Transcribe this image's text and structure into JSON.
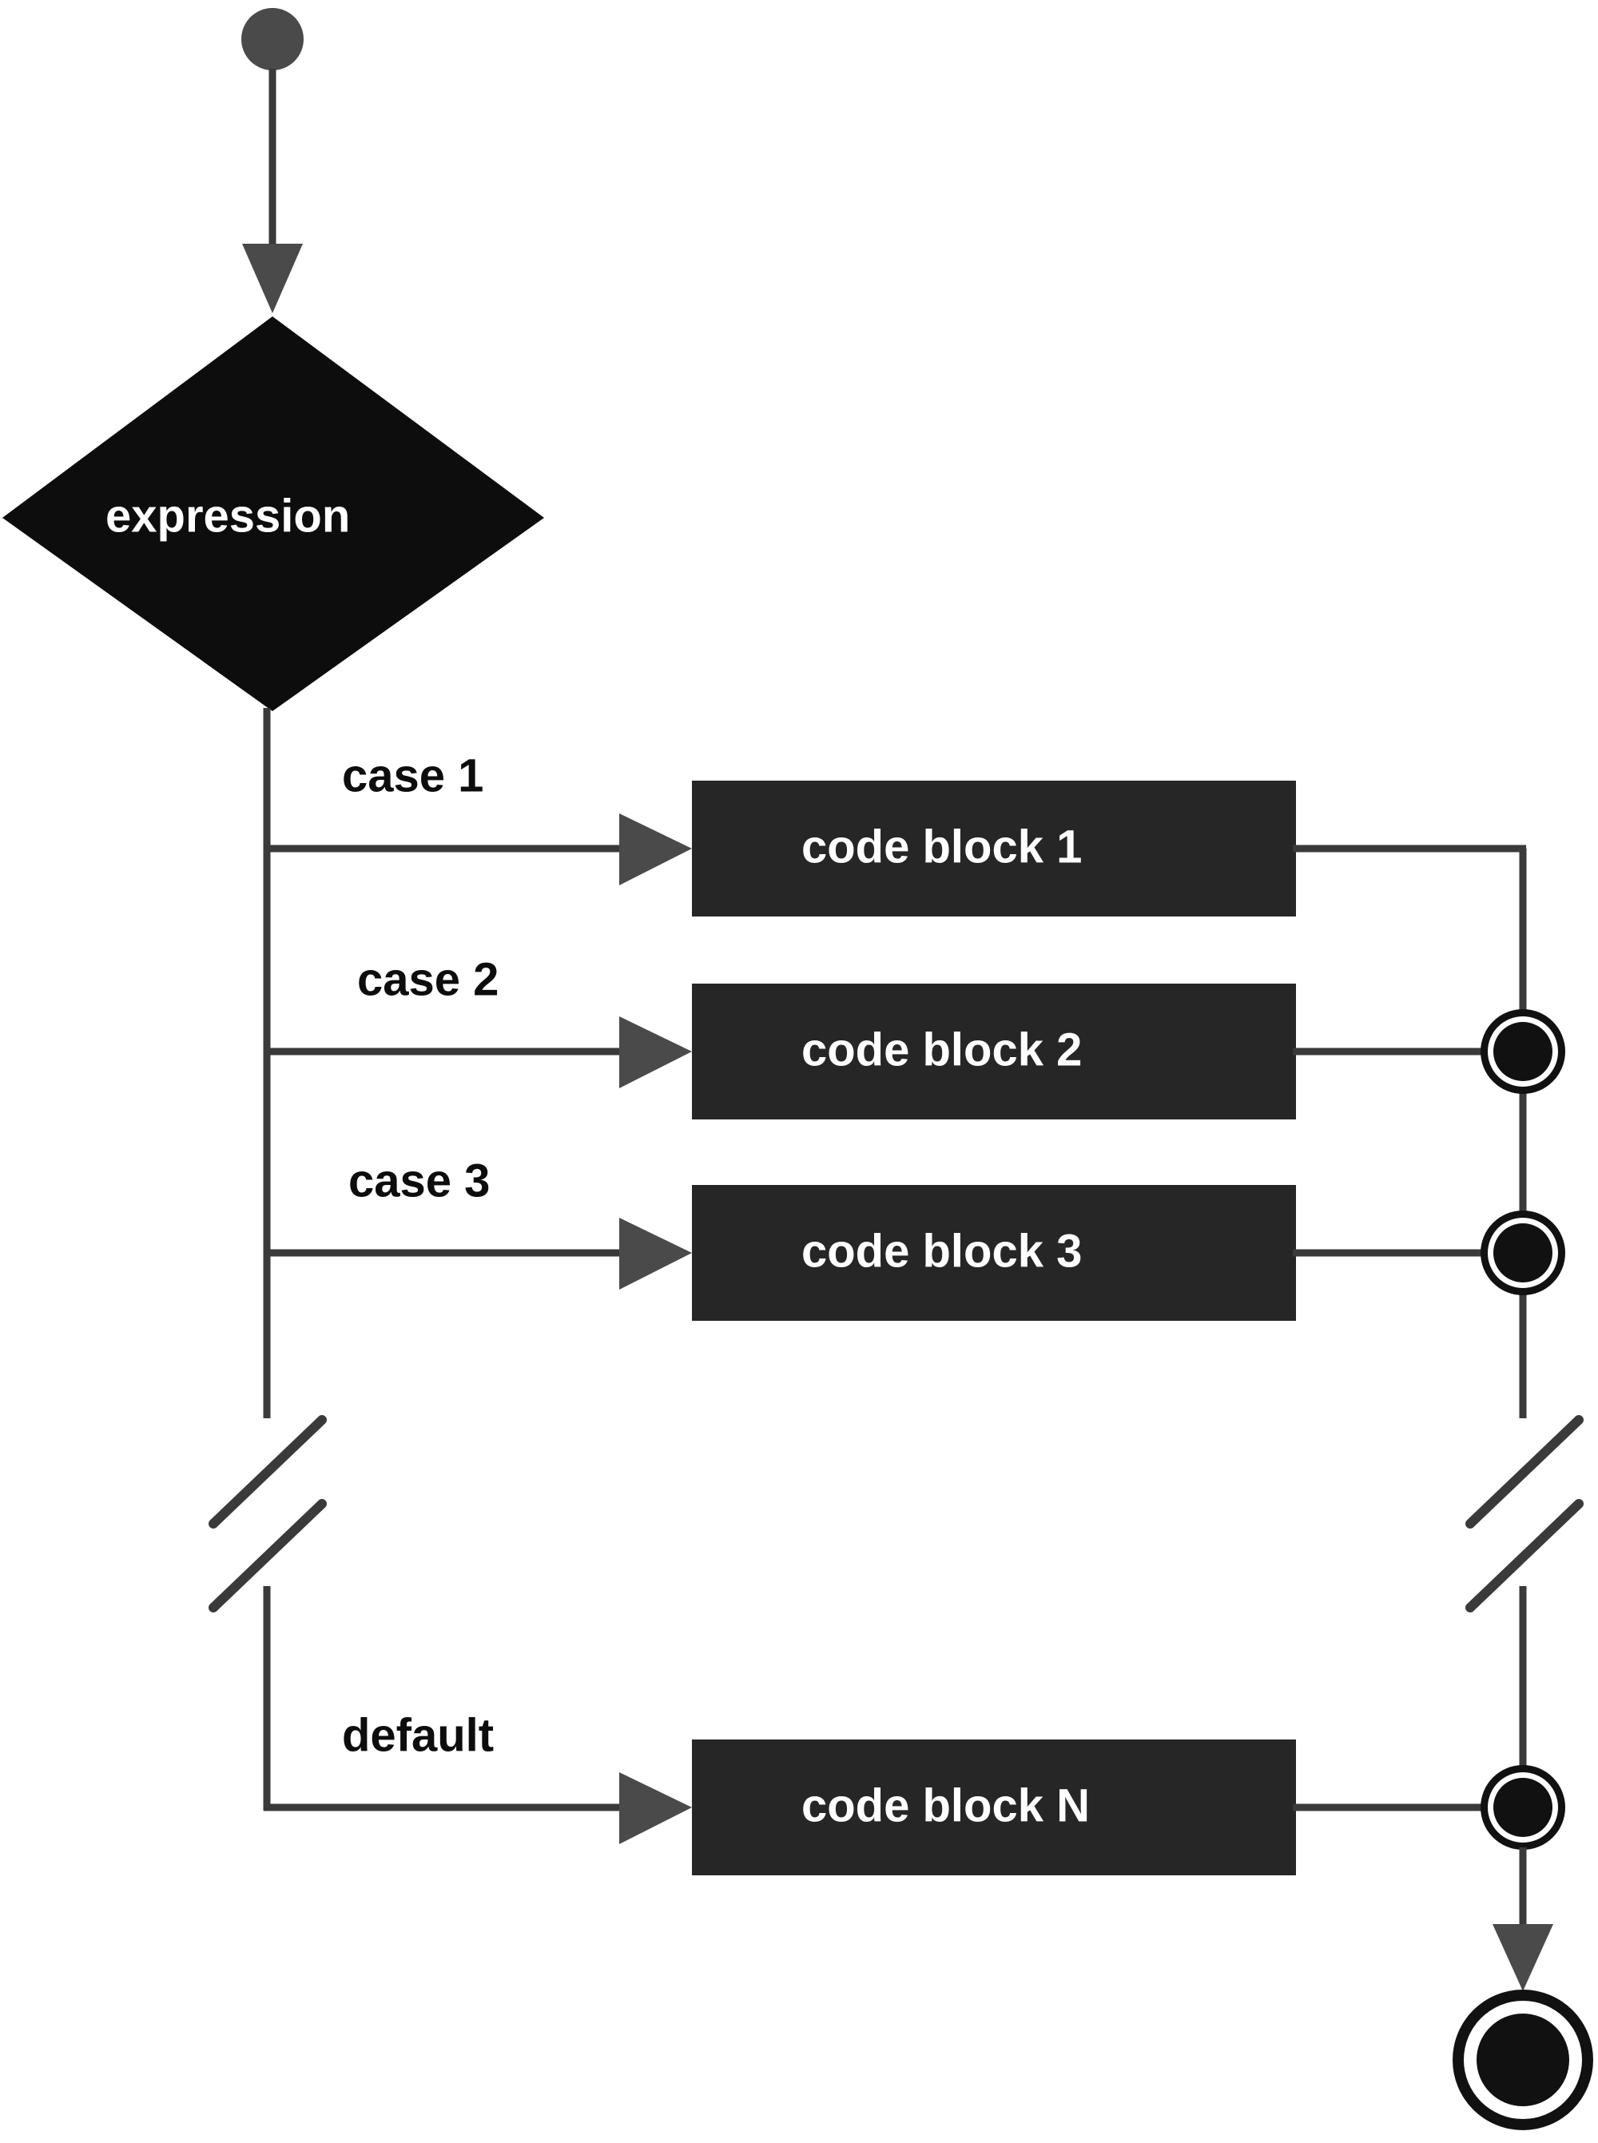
{
  "diagram": {
    "title": "switch statement activity diagram",
    "type": "uml-activity-diagram",
    "background_color": "#ffffff",
    "colors": {
      "decision_fill": "#0d0d0d",
      "action_fill": "#262626",
      "line_stroke": "#3a3a3a",
      "initial_node_fill": "#4a4a4a",
      "node_text": "#ffffff",
      "guard_text": "#0d0d0d"
    }
  },
  "nodes": {
    "initial": {
      "name": "initial-node",
      "shape": "filled-circle"
    },
    "decision": {
      "label": "expression",
      "shape": "diamond"
    },
    "final": {
      "name": "final-node",
      "shape": "double-circle"
    }
  },
  "branches": [
    {
      "guard": "case 1",
      "action": "code block 1"
    },
    {
      "guard": "case 2",
      "action": "code block 2"
    },
    {
      "guard": "case 3",
      "action": "code block 3"
    },
    {
      "guard": "default",
      "action": "code block N"
    }
  ],
  "merge_points": [
    {
      "name": "merge-node-1"
    },
    {
      "name": "merge-node-2"
    },
    {
      "name": "merge-node-3"
    }
  ],
  "break_marks": [
    {
      "name": "break-mark-left",
      "meaning": "continuation ellipsis"
    },
    {
      "name": "break-mark-right",
      "meaning": "continuation ellipsis"
    }
  ]
}
